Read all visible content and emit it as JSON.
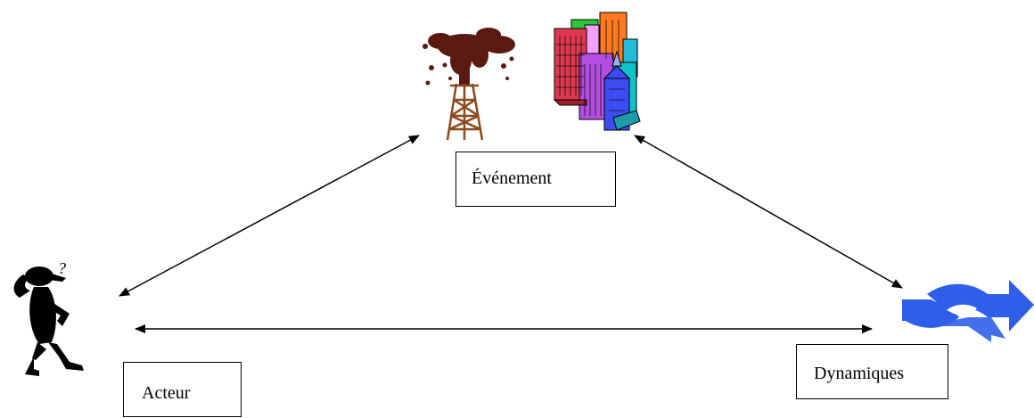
{
  "nodes": {
    "event": {
      "label": "Événement"
    },
    "actor": {
      "label": "Acteur"
    },
    "dynamics": {
      "label": "Dynamiques"
    }
  },
  "icons": [
    "oil-well-gusher-icon",
    "city-buildings-icon",
    "confused-person-icon",
    "handshake-arrows-icon"
  ],
  "colors": {
    "line": "#000000",
    "oil": "#5a1a12",
    "derrick": "#8b4a1c",
    "handshake": "#2f5fe8"
  }
}
